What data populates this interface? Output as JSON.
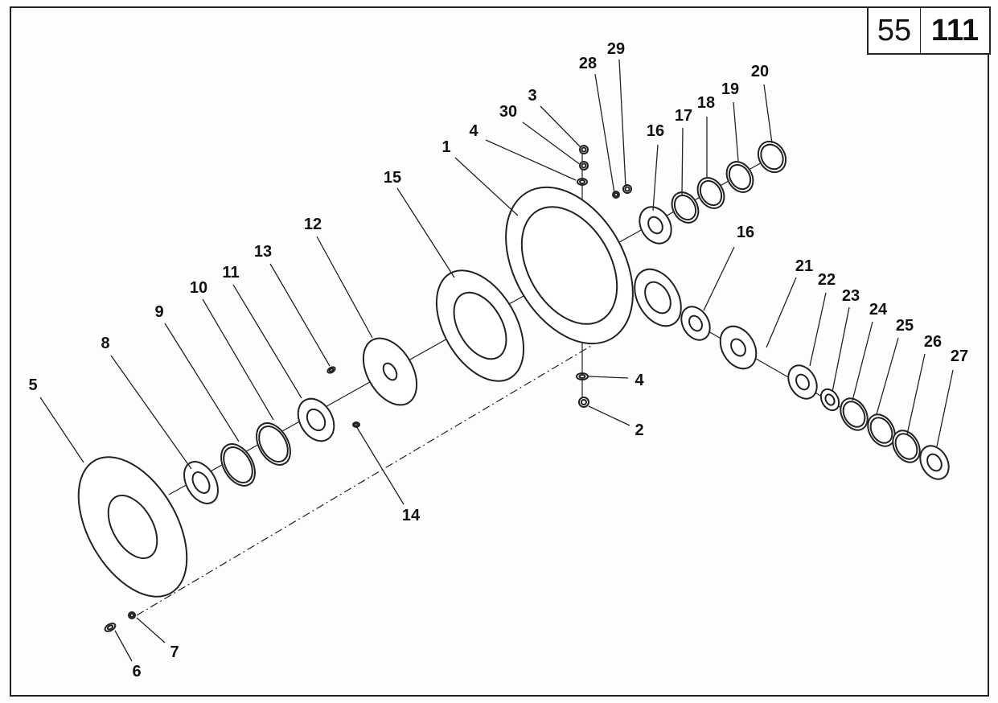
{
  "page_box": {
    "section": "55",
    "page": "111"
  },
  "callouts": [
    "29",
    "28",
    "3",
    "30",
    "4",
    "1",
    "16",
    "17",
    "18",
    "19",
    "20",
    "16",
    "15",
    "12",
    "13",
    "11",
    "10",
    "9",
    "8",
    "5",
    "21",
    "22",
    "23",
    "24",
    "25",
    "26",
    "27",
    "4",
    "2",
    "14",
    "6",
    "7"
  ]
}
